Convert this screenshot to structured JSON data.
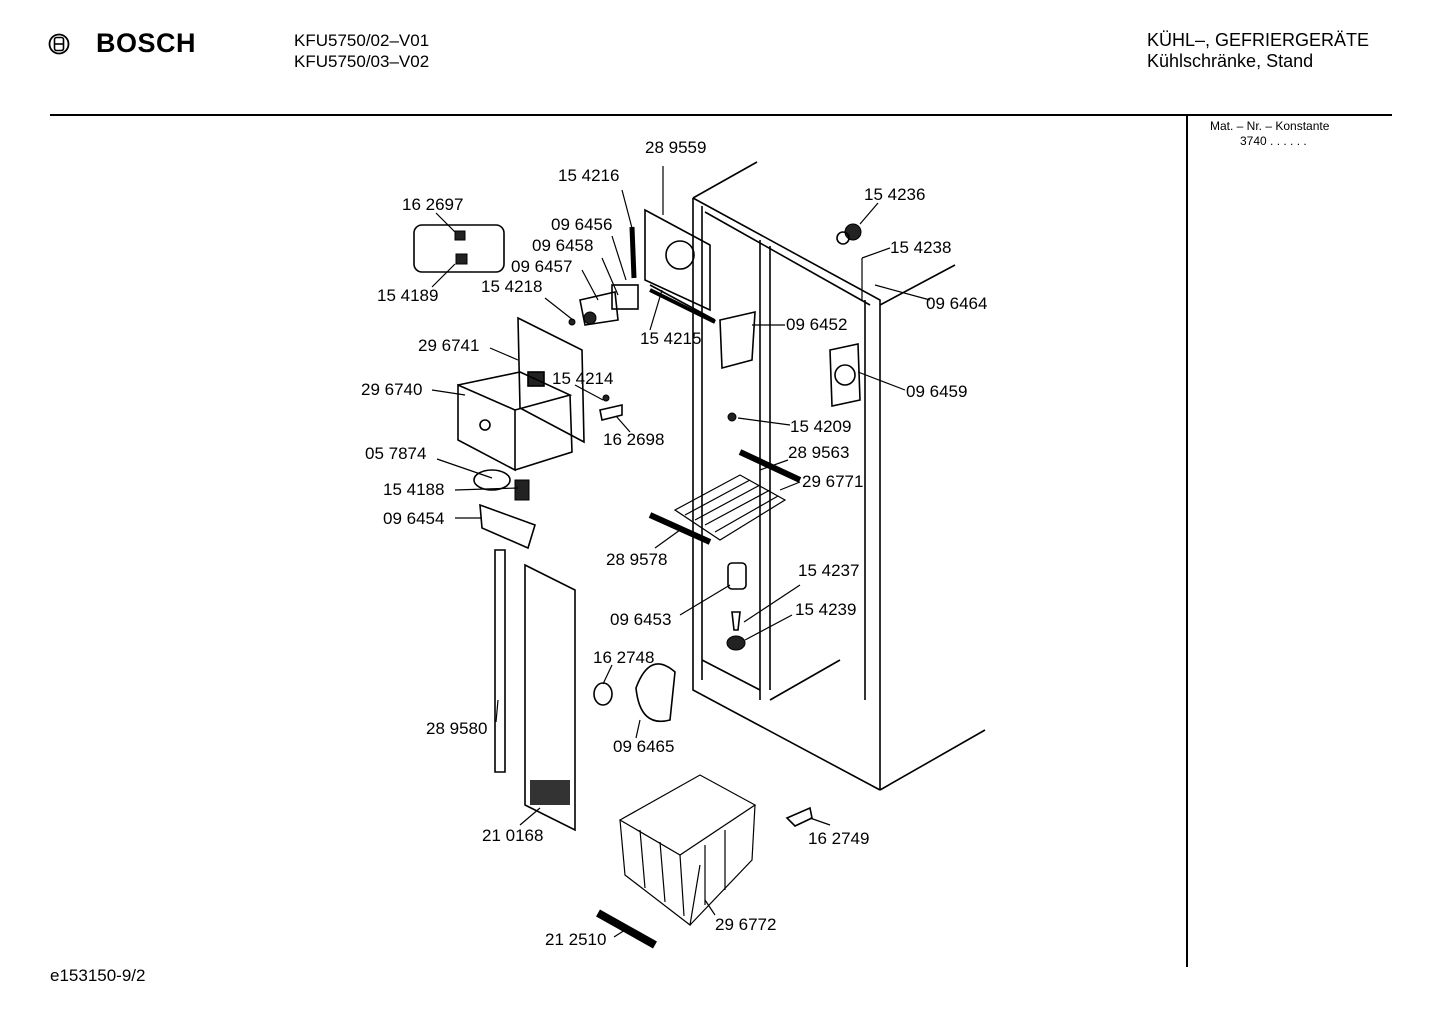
{
  "header": {
    "brand": "BOSCH",
    "model_lines": [
      "KFU5750/02–V01",
      "KFU5750/03–V02"
    ],
    "category_lines": [
      "KÜHL–, GEFRIERGERÄTE",
      "Kühlschränke, Stand"
    ]
  },
  "sidebar": {
    "mat_label": "Mat. – Nr. – Konstante",
    "mat_value": "3740",
    "mat_dots": ". . . . . ."
  },
  "footer": {
    "doc_id": "e153150-9/2"
  },
  "parts": [
    "28 9559",
    "15 4216",
    "16 2697",
    "09 6456",
    "09 6458",
    "09 6457",
    "15 4218",
    "15 4189",
    "15 4236",
    "15 4238",
    "09 6464",
    "15 4215",
    "09 6452",
    "29 6741",
    "15 4214",
    "29 6740",
    "16 2698",
    "09 6459",
    "15 4209",
    "05 7874",
    "28 9563",
    "29 6771",
    "15 4188",
    "09 6454",
    "28 9578",
    "15 4237",
    "09 6453",
    "15 4239",
    "16 2748",
    "28 9580",
    "09 6465",
    "16 2749",
    "21 0168",
    "29 6772",
    "21 2510"
  ]
}
